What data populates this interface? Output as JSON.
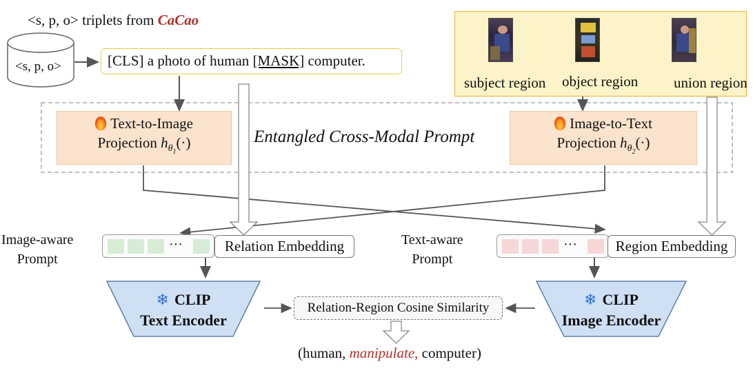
{
  "header": {
    "triplet_caption_prefix": "<s, p, o> triplets from ",
    "triplet_caption_source": "CaCao"
  },
  "database": {
    "label": "<s, p, o>"
  },
  "prompt_text": {
    "before_mask": "[CLS] a photo of human ",
    "mask": "[MASK]",
    "after_mask": " computer."
  },
  "regions": {
    "subject": "subject region",
    "object": "object region",
    "union": "union region"
  },
  "cross_modal_prompt": {
    "title": "Entangled Cross-Modal Prompt"
  },
  "projections": {
    "text_to_image": {
      "line1": "Text-to-Image",
      "line2": "Projection",
      "symbol": "h",
      "sub": "θ",
      "subsub": "1",
      "arg": "(·)",
      "icon": "fire-icon"
    },
    "image_to_text": {
      "line1": "Image-to-Text",
      "line2": "Projection",
      "symbol": "h",
      "sub": "θ",
      "subsub": "2",
      "arg": "(·)",
      "icon": "fire-icon"
    }
  },
  "left_branch": {
    "prompt_label_line1": "Image-aware",
    "prompt_label_line2": "Prompt",
    "dots": "···",
    "embedding_label": "Relation Embedding",
    "token_color": "#d6ecd6"
  },
  "right_branch": {
    "prompt_label_line1": "Text-aware",
    "prompt_label_line2": "Prompt",
    "dots": "···",
    "embedding_label": "Region Embedding",
    "token_color": "#f6d6d6"
  },
  "encoders": {
    "text": {
      "line1": "CLIP",
      "line2": "Text Encoder",
      "icon": "snowflake-icon"
    },
    "image": {
      "line1": "CLIP",
      "line2": "Image Encoder",
      "icon": "snowflake-icon"
    }
  },
  "similarity": {
    "label": "Relation-Region Cosine Similarity"
  },
  "output": {
    "prefix": "(human, ",
    "predicate": "manipulate,",
    "suffix": " computer)"
  },
  "colors": {
    "accent_red": "#b0302a",
    "projection_fill": "#fbe3cd",
    "encoder_fill": "#cfe0f5",
    "region_panel_fill": "#fdf3c8",
    "region_panel_border": "#e8b430"
  }
}
